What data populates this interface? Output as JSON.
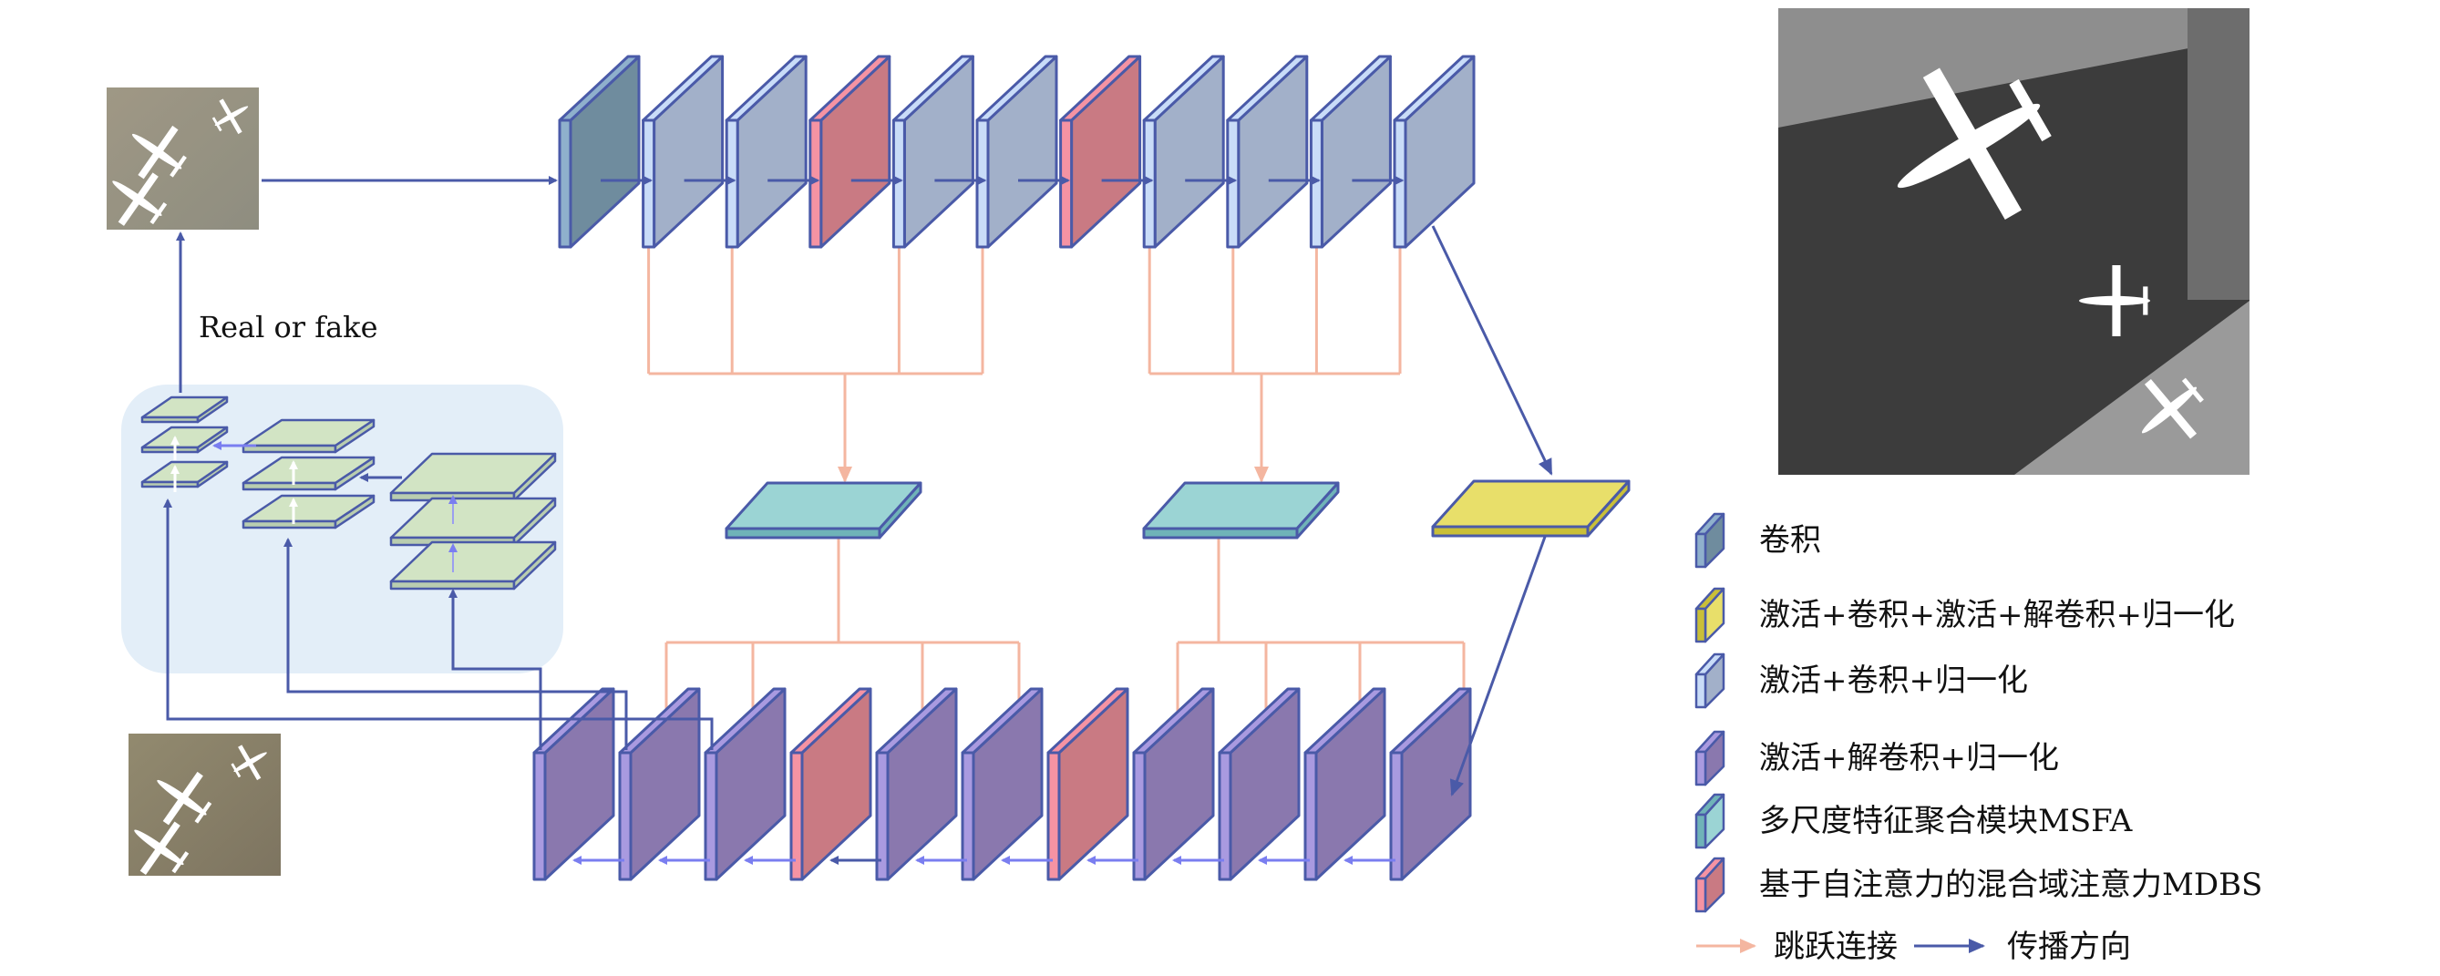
{
  "diagram": {
    "label_real_or_fake": "Real or fake",
    "encoder_blocks": [
      "conv",
      "act-conv-norm",
      "act-conv-norm",
      "mdbs",
      "act-conv-norm",
      "act-conv-norm",
      "mdbs",
      "act-conv-norm",
      "act-conv-norm",
      "act-conv-norm",
      "act-conv-norm"
    ],
    "decoder_blocks": [
      "act-deconv-norm",
      "act-deconv-norm",
      "act-deconv-norm",
      "mdbs",
      "act-deconv-norm",
      "act-deconv-norm",
      "mdbs",
      "act-deconv-norm",
      "act-deconv-norm",
      "act-deconv-norm",
      "act-deconv-norm"
    ],
    "colors": {
      "conv": {
        "face": "#6f8c9e",
        "strip": "#8fb0cc"
      },
      "act-conv-norm": {
        "face": "#a2b0c9",
        "strip": "#c9dcf8"
      },
      "mdbs": {
        "face": "#c97a83",
        "strip": "#f593a3"
      },
      "act-deconv-norm": {
        "face": "#8a78ae",
        "strip": "#a99ae0"
      },
      "msfa": {
        "face": "#9bd4d4",
        "strip": "#6fb3b8"
      },
      "yellow": {
        "face": "#e8df6a",
        "strip": "#c9bf38"
      },
      "outline": "#4a5aa8",
      "skip": "#f4b6a0",
      "propagate": "#4a5aa8",
      "pyramid": "#d2e4c4",
      "discriminator_bg": "#e3eef8"
    }
  },
  "legend": {
    "items": [
      {
        "label": "卷积",
        "type": "conv"
      },
      {
        "label": "激活+卷积+激活+解卷积+归一化",
        "type": "yellow"
      },
      {
        "label": "激活+卷积+归一化",
        "type": "act-conv-norm"
      },
      {
        "label": "激活+解卷积+归一化",
        "type": "act-deconv-norm"
      },
      {
        "label": "多尺度特征聚合模块MSFA",
        "type": "msfa"
      },
      {
        "label": "基于自注意力的混合域注意力MDBS",
        "type": "mdbs"
      }
    ],
    "skip_label": "跳跃连接",
    "propagate_label": "传播方向"
  }
}
